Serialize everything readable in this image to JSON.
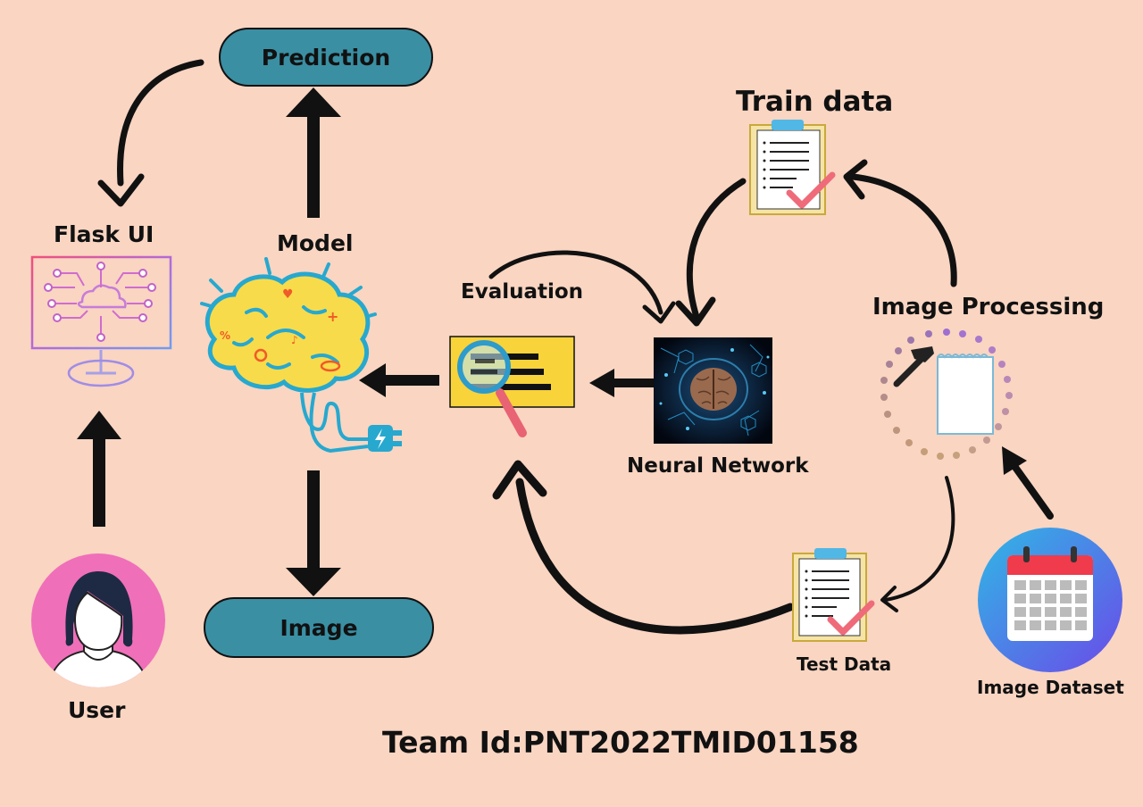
{
  "nodes": {
    "prediction": "Prediction",
    "image": "Image",
    "flask_ui": "Flask UI",
    "model": "Model",
    "user": "User",
    "evaluation": "Evaluation",
    "neural_network": "Neural Network",
    "train_data": "Train data",
    "image_processing": "Image Processing",
    "test_data": "Test Data",
    "image_dataset": "Image Dataset"
  },
  "team_id": "Team Id:PNT2022TMID01158",
  "icons": {
    "user": "user-avatar-icon",
    "flask_ui": "circuit-monitor-icon",
    "model": "brain-plug-icon",
    "evaluation": "magnifier-document-icon",
    "neural_network": "neural-brain-icon",
    "train_data": "clipboard-check-icon",
    "image_processing": "hammer-paper-icon",
    "test_data": "clipboard-check-icon",
    "image_dataset": "calendar-icon"
  },
  "colors": {
    "background": "#F9D5C2",
    "pill": "#3A8FA3",
    "arrow": "#111111"
  }
}
